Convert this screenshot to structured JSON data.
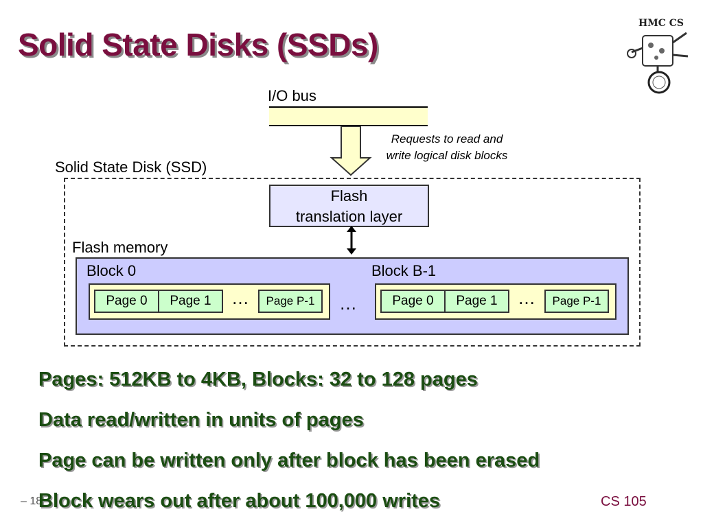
{
  "slide": {
    "title": "Solid State Disks (SSDs)",
    "io_bus_label": "I/O bus",
    "request_note_line1": "Requests to read and",
    "request_note_line2": "write logical disk blocks",
    "ssd_label": "Solid State Disk (SSD)",
    "ftl_line1": "Flash",
    "ftl_line2": "translation layer",
    "flash_memory_label": "Flash memory",
    "blocks": [
      {
        "label": "Block 0",
        "pages": [
          "Page 0",
          "Page 1",
          "Page P-1"
        ],
        "ellipsis": "…"
      },
      {
        "label": "Block  B-1",
        "pages": [
          "Page 0",
          "Page 1",
          "Page P-1"
        ],
        "ellipsis": "…"
      }
    ],
    "between_blocks_ellipsis": "…",
    "bullets": [
      "Pages: 512KB to 4KB, Blocks: 32 to 128 pages",
      "Data read/written in units of pages",
      "Page can be written only after block has been erased",
      "Block wears out after about 100,000 writes"
    ],
    "footer_left": "– 18 –",
    "footer_right": "CS 105",
    "logo_text": "HMC CS"
  },
  "colors": {
    "title": "#7a0f3f",
    "bullet_text": "#1b4d12",
    "bus_fill": "#ffffcc",
    "ftl_fill": "#e6e6ff",
    "flash_fill": "#ccccff",
    "block_fill": "#ffffcc",
    "page_fill": "#ccffcc"
  }
}
